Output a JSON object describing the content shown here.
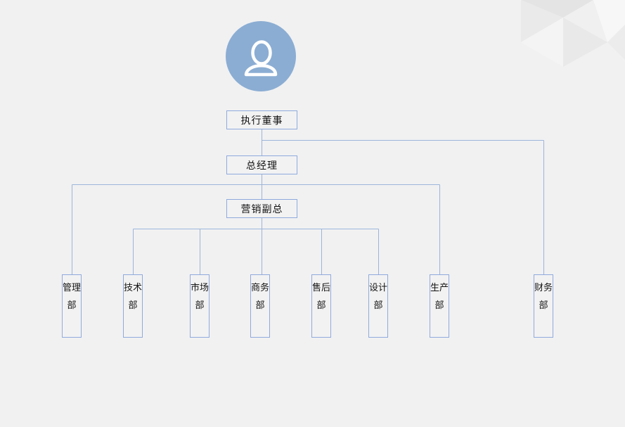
{
  "page": {
    "background": "#f1f1f2"
  },
  "colors": {
    "avatar_fill": "#8badd3",
    "node_border": "#8faadc",
    "connector": "#9bb5d9",
    "text": "#141414"
  },
  "org": {
    "root_avatar": {
      "icon": "person-icon"
    },
    "levels": [
      {
        "label": "执行董事"
      },
      {
        "label": "总经理"
      },
      {
        "label": "营销副总"
      }
    ],
    "departments": [
      {
        "label": "管理部"
      },
      {
        "label": "技术部"
      },
      {
        "label": "市场部"
      },
      {
        "label": "商务部"
      },
      {
        "label": "售后部"
      },
      {
        "label": "设计部"
      },
      {
        "label": "生产部"
      },
      {
        "label": "财务部"
      }
    ]
  }
}
